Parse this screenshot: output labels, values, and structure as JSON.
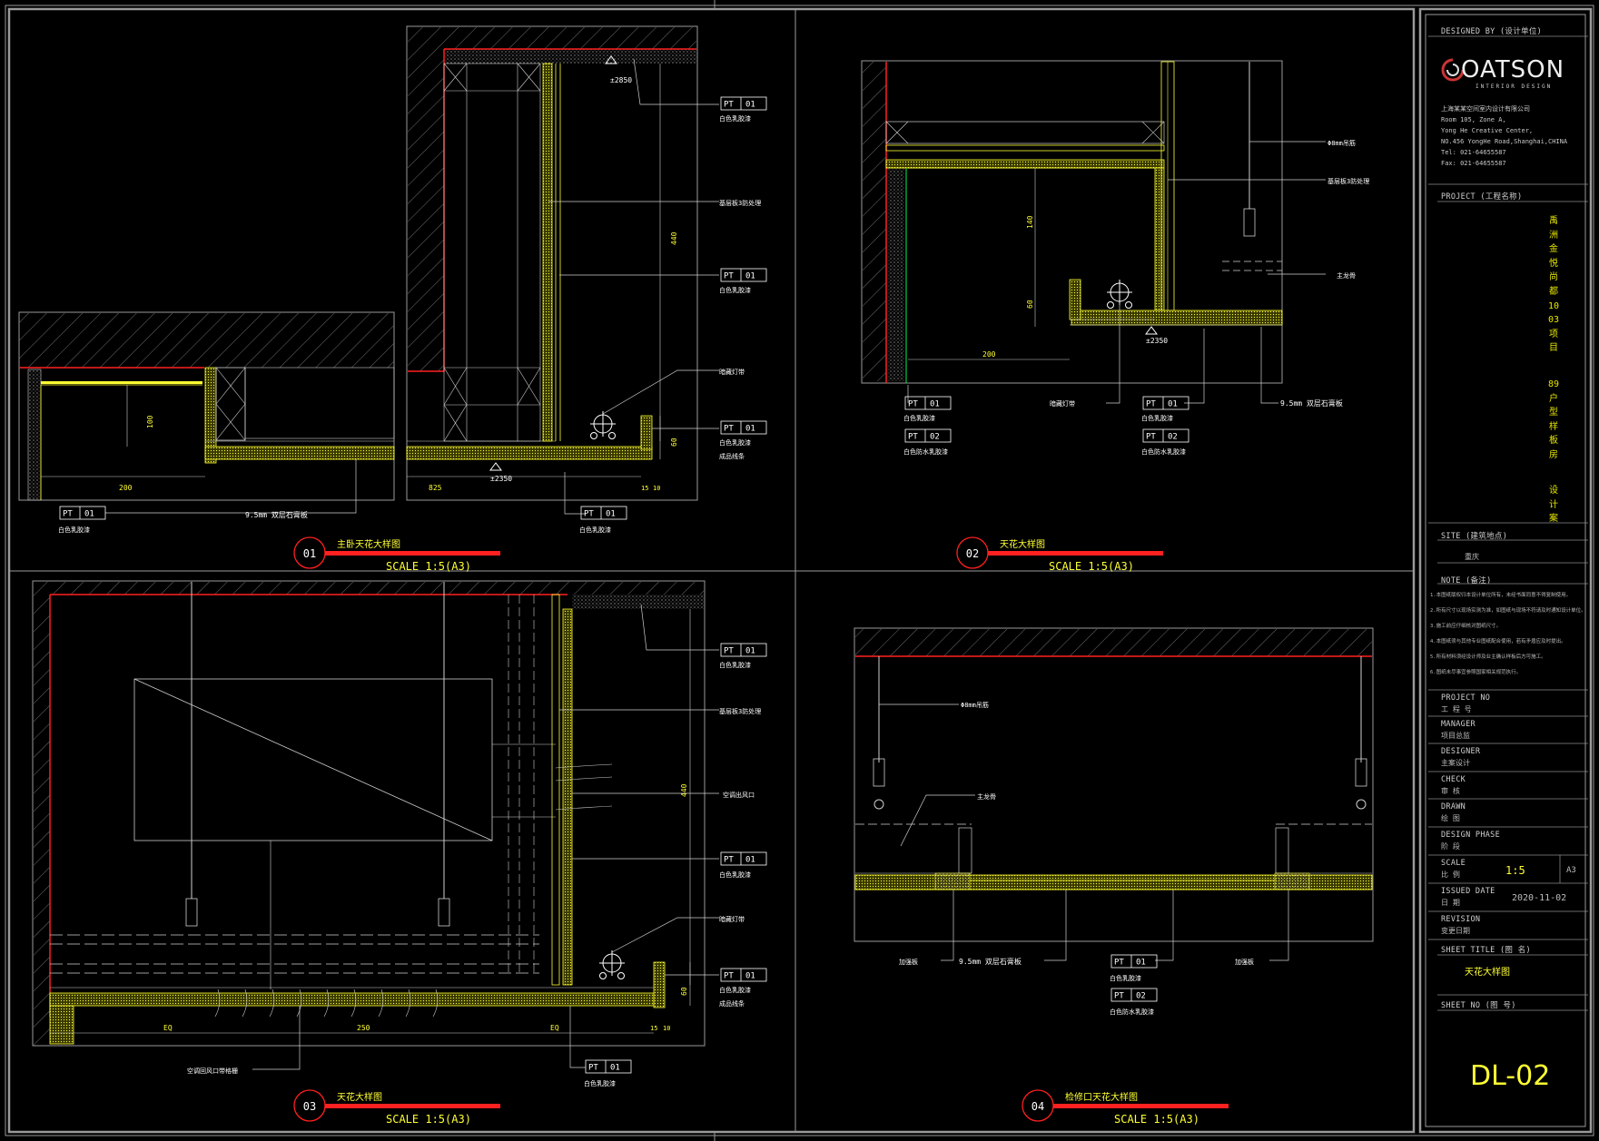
{
  "colors": {
    "red": "#ff2020",
    "yellow": "#ffff33",
    "white": "#ffffff",
    "grey": "#9a9a9a",
    "green": "#00cc44"
  },
  "panels": [
    {
      "number": "01",
      "title": "主卧天花大样图",
      "scale": "SCALE 1:5(A3)"
    },
    {
      "number": "02",
      "title": "天花大样图",
      "scale": "SCALE 1:5(A3)"
    },
    {
      "number": "03",
      "title": "天花大样图",
      "scale": "SCALE 1:5(A3)"
    },
    {
      "number": "04",
      "title": "检修口天花大样图",
      "scale": "SCALE 1:5(A3)"
    }
  ],
  "tags": {
    "pt": "PT",
    "code01": "01",
    "code02": "02"
  },
  "notes_text": {
    "white_latex": "白色乳胶漆",
    "waterproof_latex": "白色防水乳胶漆",
    "fireproof": "基层板3防处理",
    "hidden_light": "暗藏灯带",
    "gypsum": "9.5mm 双层石膏板",
    "rod": "Φ8mm吊筋",
    "main_keel": "主龙骨",
    "finished_line": "成品线条",
    "ac_outlet": "空调出风口",
    "ac_return": "空调回风口带格栅",
    "reinforce": "加强板"
  },
  "dims": {
    "d2850": "±2850",
    "d2350": "±2350",
    "d440": "440",
    "d100": "100",
    "d200": "200",
    "d60": "60",
    "d825": "825",
    "d15": "15",
    "d10": "10",
    "d140": "140",
    "d250": "250",
    "dEQ": "EQ"
  },
  "title_block": {
    "designed_by": "DESIGNED BY (设计单位)",
    "logo_word": "OATSON",
    "logo_sub": "INTERIOR DESIGN",
    "company": "上海某某空间室内设计有限公司",
    "address": [
      "Room 105, Zone A,",
      "Yong He Creative Center,",
      "NO.456 YongHe Road,Shanghai,CHINA",
      "Tel:    021-64655587",
      "Fax:   021-64655587"
    ],
    "project_label": "PROJECT (工程名称)",
    "project_name": "禹洲金悦尚都1003项目",
    "project_desc": "89户型样板房",
    "project_sub": "设计案",
    "site_label": "SITE (建筑地点)",
    "site": "重庆",
    "note_label": "NOTE (备注)",
    "notes": [
      "1.本图纸版权归本设计单位所有，未经书面同意不得复制使用。",
      "2.所有尺寸以现场实测为准，如图纸与现场不符请及时通知设计单位。",
      "3.施工前应仔细核对图纸尺寸。",
      "4.本图纸须与其他专业图纸配合使用，若有矛盾应及时提出。",
      "5.所有材料须经设计师及业主确认样板后方可施工。",
      "6.图纸未尽事宜参照国家相关规范执行。"
    ],
    "project_no_label": "PROJECT NO",
    "project_no_cn": "工 程 号",
    "manager_label": "MANAGER",
    "manager_cn": "项目总监",
    "designer_label": "DESIGNER",
    "designer_cn": "主案设计",
    "check_label": "CHECK",
    "check_cn": "审 核",
    "drawn_label": "DRAWN",
    "drawn_cn": "绘 图",
    "phase_label": "DESIGN PHASE",
    "phase_cn": "阶 段",
    "scale_label": "SCALE",
    "scale_cn": "比 例",
    "scale_value": "1:5",
    "paper": "A3",
    "issued_label": "ISSUED DATE",
    "issued_cn": "日 期",
    "issued_value": "2020-11-02",
    "revision_label": "REVISION",
    "revision_cn": "变更日期",
    "sheet_title_label": "SHEET TITLE (图 名)",
    "sheet_title": "天花大样图",
    "sheet_no_label": "SHEET NO (图 号)",
    "sheet_no": "DL-02"
  }
}
